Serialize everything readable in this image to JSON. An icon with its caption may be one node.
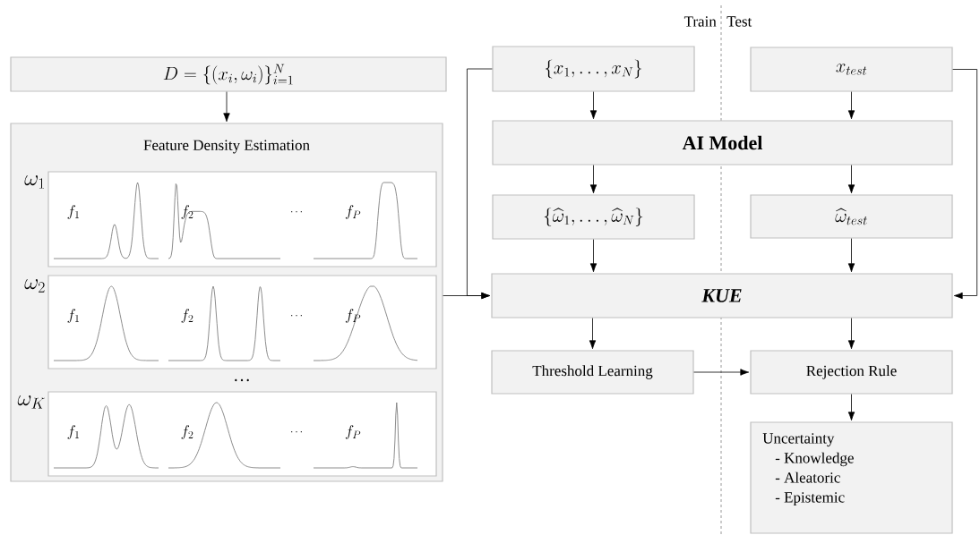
{
  "diagram": {
    "nodes": [
      {
        "text": [
          "D = \\{(x_i, \\omega_i)\\}_{i=1}^{N}"
        ]
      },
      {
        "text": [
          "Feature Density Estimation"
        ]
      },
      {
        "text": [
          "\\omega_1",
          "f_1",
          "f_2",
          "\\cdots",
          "f_P"
        ],
        "in": 1
      },
      {
        "text": [
          "\\omega_2",
          "f_1",
          "f_2",
          "\\cdots",
          "f_P"
        ],
        "in": 1
      },
      {
        "text": [
          "\\omega_K",
          "f_1",
          "f_2",
          "\\cdots",
          "f_P"
        ],
        "in": 1
      },
      {
        "text": [
          "\\{x_1, \\ldots, x_N\\}"
        ]
      },
      {
        "text": [
          "x_{test}"
        ]
      },
      {
        "text": [
          "AI Model"
        ]
      },
      {
        "text": [
          "\\{\\widehat{\\omega}_1, \\ldots, \\widehat{\\omega}_N\\}"
        ]
      },
      {
        "text": [
          "\\widehat{\\omega}_{test}"
        ]
      },
      {
        "text": [
          "KUE"
        ]
      },
      {
        "text": [
          "Threshold Learning"
        ]
      },
      {
        "text": [
          "Rejection Rule"
        ]
      },
      {
        "text": [
          "Uncertainty",
          "- Knowledge",
          "- Aleatoric",
          "- Epistemic"
        ]
      }
    ],
    "edges": [
      {
        "from": 0,
        "to": 1,
        "arrow": "to"
      },
      {
        "from": 5,
        "to": 7,
        "arrow": "to"
      },
      {
        "from": 6,
        "to": 7,
        "arrow": "to"
      },
      {
        "from": 7,
        "to": 8,
        "arrow": "to"
      },
      {
        "from": 7,
        "to": 9,
        "arrow": "to"
      },
      {
        "from": 8,
        "to": 10,
        "arrow": "to"
      },
      {
        "from": 9,
        "to": 10,
        "arrow": "to"
      },
      {
        "from": 1,
        "to": 10,
        "arrow": "to"
      },
      {
        "from": 5,
        "to": 10,
        "arrow": "to"
      },
      {
        "from": 6,
        "to": 10,
        "arrow": "to"
      },
      {
        "from": 10,
        "to": 11,
        "arrow": "to"
      },
      {
        "from": 10,
        "to": 12,
        "arrow": "to"
      },
      {
        "from": 11,
        "to": 12,
        "arrow": "to"
      },
      {
        "from": 12,
        "to": 13,
        "arrow": "to"
      }
    ],
    "labels": [
      "Train",
      "Test",
      "…"
    ]
  }
}
